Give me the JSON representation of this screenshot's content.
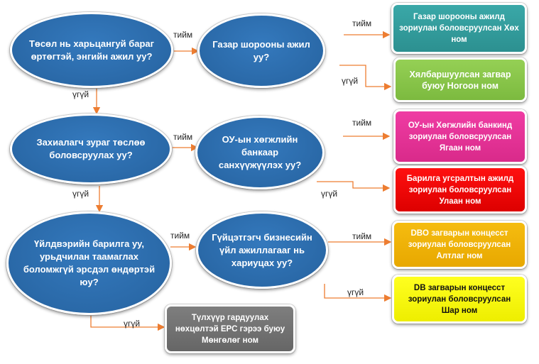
{
  "questions": [
    {
      "text": "Төсөл нь харьцангуй бараг өртөгтэй, энгийн ажил уу?"
    },
    {
      "text": "Газар шорооны ажил уу?"
    },
    {
      "text": "Захиалагч зураг төслөө боловсруулах уу?"
    },
    {
      "text": "ОУ-ын хөгжлийн банкаар санхүүжүүлэх уу?"
    },
    {
      "text": "Үйлдвэрийн барилга уу, урьдчилан таамаглах боломжгүй эрсдэл өндөртэй юу?"
    },
    {
      "text": "Гүйцэтгэгч бизнесийн үйл ажиллагааг нь хариуцах уу?"
    }
  ],
  "outcomes": [
    {
      "text": "Газар шорооны ажилд зориулан боловсруулсан Хөх ном",
      "color": "#33a0a0"
    },
    {
      "text": "Хялбаршуулсан загвар буюу Ногоон ном",
      "color": "#8cc84b"
    },
    {
      "text": "ОУ-ын Хөгжлийн банкинд зориулан боловсруулсан Ягаан ном",
      "color": "#e8339a"
    },
    {
      "text": "Барилга угсралтын ажилд зориулан боловсруулсан Улаан ном",
      "color": "#ee0000"
    },
    {
      "text": "DBO загварын концесст зориулан боловсруулсан Алтлаг ном",
      "color": "#f2b300"
    },
    {
      "text": "DB  загварын концесст зориулан боловсруулсан Шар ном",
      "color": "#f5f500"
    },
    {
      "text": "Түлхүүр гардуулах нөхцөлтэй EPC гэрээ буюу Мөнгөлөг ном",
      "color": "#737373"
    }
  ],
  "labels": {
    "yes": "тийм",
    "no": "үгүй"
  },
  "connector_color": "#ed7d31"
}
